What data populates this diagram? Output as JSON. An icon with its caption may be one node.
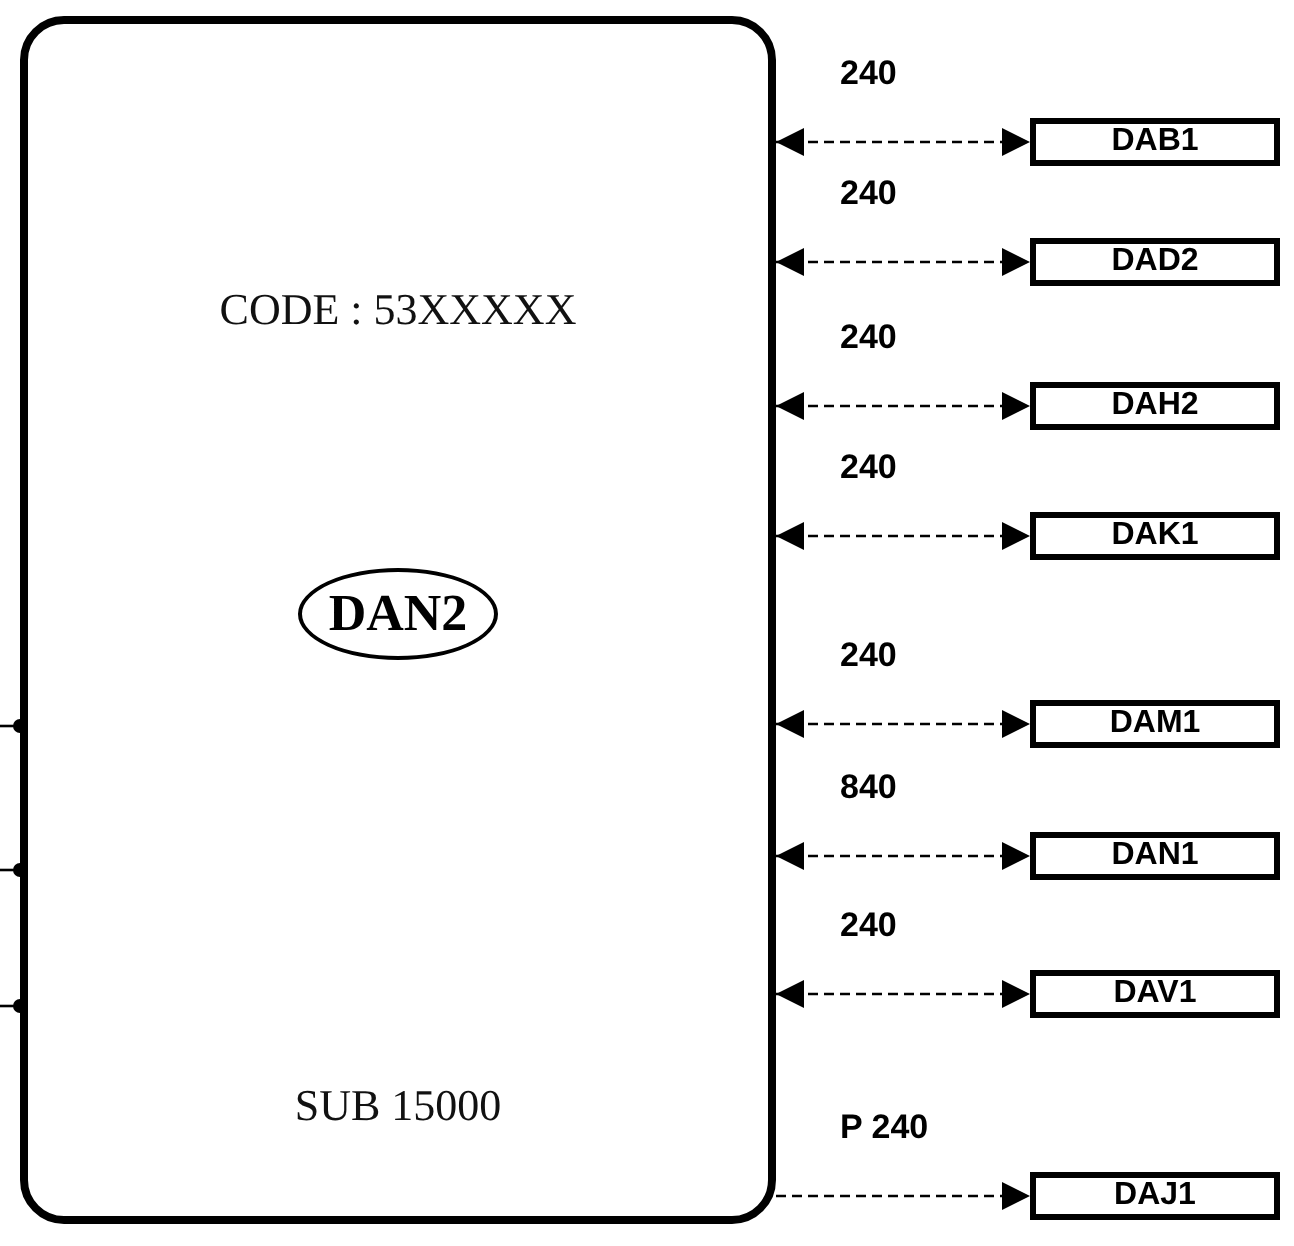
{
  "diagram": {
    "nodes": [
      {
        "text": [
          "CODE : 53XXXXX",
          "SUB 15000"
        ]
      },
      {
        "text": [
          "DAN2"
        ],
        "in": 0
      },
      {
        "text": [
          "DAB1"
        ]
      },
      {
        "text": [
          "DAD2"
        ]
      },
      {
        "text": [
          "DAH2"
        ]
      },
      {
        "text": [
          "DAK1"
        ]
      },
      {
        "text": [
          "DAM1"
        ]
      },
      {
        "text": [
          "DAN1"
        ]
      },
      {
        "text": [
          "DAV1"
        ]
      },
      {
        "text": [
          "DAJ1"
        ]
      }
    ],
    "edges": [
      {
        "from": 0,
        "to": 2,
        "arrow": "both",
        "label": "240",
        "style": "dashed"
      },
      {
        "from": 0,
        "to": 3,
        "arrow": "both",
        "label": "240",
        "style": "dashed"
      },
      {
        "from": 0,
        "to": 4,
        "arrow": "both",
        "label": "240",
        "style": "dashed"
      },
      {
        "from": 0,
        "to": 5,
        "arrow": "both",
        "label": "240",
        "style": "dashed"
      },
      {
        "from": 0,
        "to": 6,
        "arrow": "both",
        "label": "240",
        "style": "dashed"
      },
      {
        "from": 0,
        "to": 7,
        "arrow": "both",
        "label": "840",
        "style": "dashed"
      },
      {
        "from": 0,
        "to": 8,
        "arrow": "both",
        "label": "240",
        "style": "dashed"
      },
      {
        "from": 0,
        "to": 9,
        "arrow": "to",
        "label": "P 240",
        "style": "dashed"
      },
      {
        "from": null,
        "to": 0,
        "arrow": "other"
      },
      {
        "from": null,
        "to": 0,
        "arrow": "other"
      },
      {
        "from": null,
        "to": 0,
        "arrow": "other"
      }
    ]
  }
}
